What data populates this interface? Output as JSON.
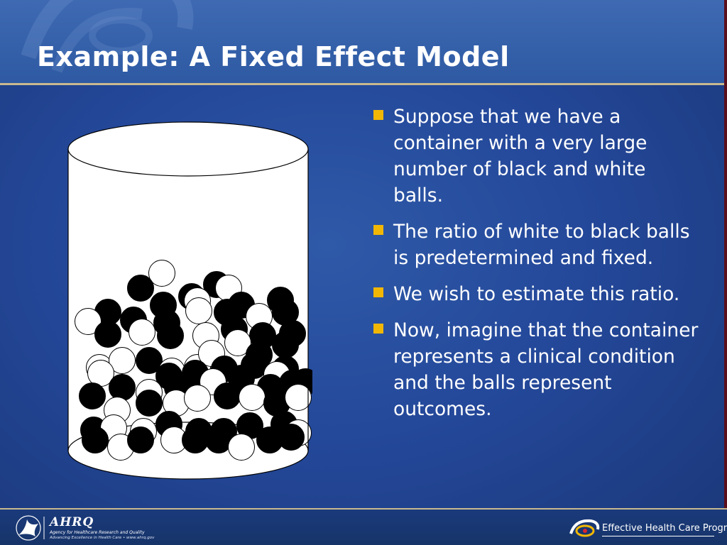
{
  "slide": {
    "title": "Example: A Fixed Effect Model",
    "bullets": [
      {
        "text": "Suppose that we have a container with a very large number of black and white balls."
      },
      {
        "text": "The ratio of white to black balls is predetermined and fixed."
      },
      {
        "text": "We wish to estimate this ratio."
      },
      {
        "text": "Now, imagine that the container represents a clinical condition and the balls represent outcomes."
      }
    ],
    "bullet_color": "#f2b705",
    "illustration": {
      "icon": "container-with-balls",
      "ball_colors": [
        "#000000",
        "#ffffff"
      ]
    }
  },
  "footer": {
    "left_logo_icon": "hhs-eagle-icon",
    "agency_mark": "AHRQ",
    "agency_line1": "Agency for Healthcare Research and Quality",
    "agency_line2": "Advancing Excellence in Health Care • www.ahrq.gov",
    "program_logo_icon": "ehc-swirl-icon",
    "program_name": "Effective Health Care Program"
  },
  "colors": {
    "background": "#24489a",
    "header": "#3a64ad",
    "accent_line": "#c9b98f",
    "text": "#ffffff"
  }
}
